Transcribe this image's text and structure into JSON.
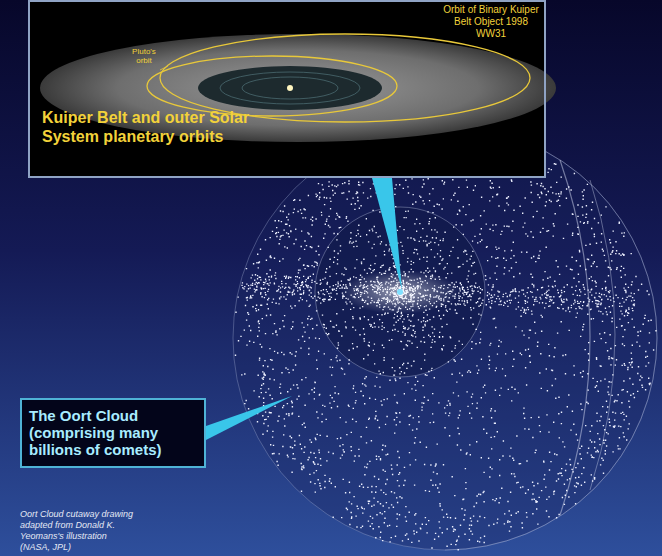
{
  "diagram": {
    "nodes": [
      {
        "text": [
          "Kuiper Belt and outer Solar System planetary orbits"
        ]
      },
      {
        "text": [
          "The Oort Cloud (comprising many billions of comets)"
        ]
      }
    ],
    "labels": [
      "Orbit of Binary Kuiper Belt Object 1998 WW31",
      "Pluto's orbit",
      "Oort Cloud cutaway drawing adapted from Donald K. Yeomans's illustration (NASA, JPL)"
    ]
  }
}
